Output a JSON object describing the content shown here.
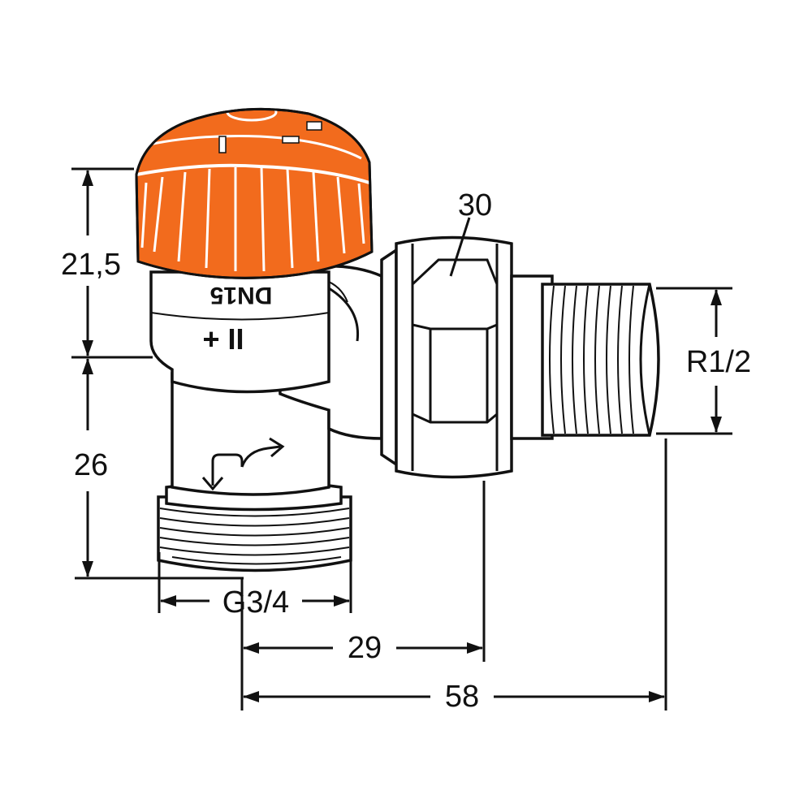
{
  "dimensions": {
    "top_height": "21,5",
    "lower_height": "26",
    "nut_size": "30",
    "outlet_thread": "R1/2",
    "inlet_thread": "G3/4",
    "offset_short": "29",
    "offset_long": "58"
  },
  "markings": {
    "size": "DN15",
    "symbol": "+ II",
    "flow_arrow": "flow-arrow-icon"
  },
  "colors": {
    "cap": "#f26b1d",
    "line": "#111111",
    "background": "#ffffff"
  }
}
